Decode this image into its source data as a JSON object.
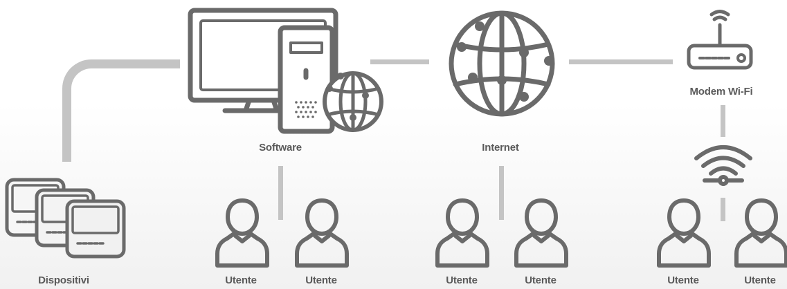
{
  "nodes": {
    "software": "Software",
    "internet": "Internet",
    "modem": "Modem Wi-Fi",
    "devices": "Dispositivi"
  },
  "users": [
    "Utente",
    "Utente",
    "Utente",
    "Utente",
    "Utente",
    "Utente"
  ],
  "icons": {
    "computer": "desktop-computer-icon",
    "internet": "globe-icon",
    "modem": "wifi-router-icon",
    "wifi": "wifi-signal-icon",
    "devices": "device-panels-icon",
    "user": "user-icon"
  },
  "colors": {
    "icon": "#6a6a6a",
    "connector": "#c4c4c4",
    "label": "#5a5a5a"
  }
}
